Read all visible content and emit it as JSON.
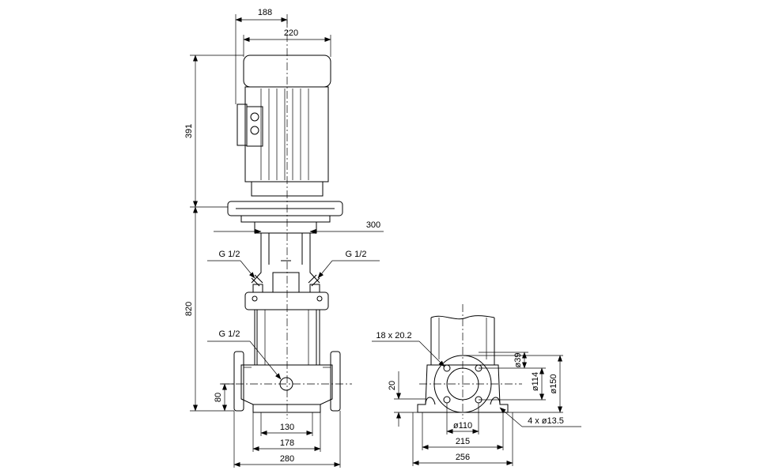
{
  "front_view": {
    "dim_top_offset": "188",
    "dim_motor_width": "220",
    "dim_motor_height": "391",
    "dim_pump_height": "820",
    "dim_flange_span": "300",
    "port_left_top": "G 1/2",
    "port_right_top": "G 1/2",
    "port_drain": "G 1/2",
    "dim_inlet_height": "80",
    "dim_base_inner": "130",
    "dim_base_mid": "178",
    "dim_base_outer": "280"
  },
  "side_view": {
    "dim_holes": "18 x 20.2",
    "dim_d39": "ø39",
    "dim_d114": "ø114",
    "dim_d150": "ø150",
    "dim_height_20": "20",
    "dim_bolts": "4 x ø13.5",
    "dim_d110": "ø110",
    "dim_215": "215",
    "dim_256": "256"
  }
}
